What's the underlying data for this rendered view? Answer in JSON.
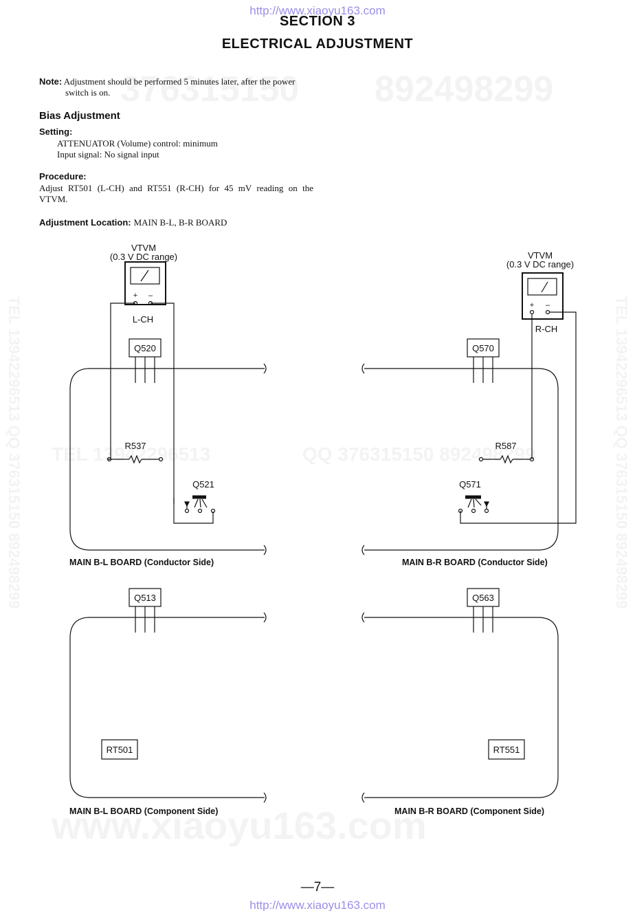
{
  "header": {
    "url_top": "http://www.xiaoyu163.com",
    "section": "SECTION  3",
    "title": "ELECTRICAL  ADJUSTMENT"
  },
  "watermarks": {
    "top_left": "376315150",
    "top_right": "892498299",
    "middle_left": "TEL  13942296513",
    "middle_right": "QQ  376315150  892498299",
    "side_left": "TEL  13942296513  QQ  376315150  892498299",
    "side_right": "TEL  13942296513  QQ  376315150  892498299",
    "bottom": "www.xiaoyu163.com"
  },
  "note": {
    "label": "Note:",
    "line1": "Adjustment should be performed 5 minutes later, after the power",
    "line2": "switch is on."
  },
  "bias": {
    "heading": "Bias Adjustment",
    "setting_label": "Setting:",
    "setting_line1": "ATTENUATOR (Volume) control:  minimum",
    "setting_line2": "Input signal:  No signal input",
    "procedure_label": "Procedure:",
    "procedure_line1": "Adjust RT501 (L-CH) and RT551 (R-CH) for 45 mV reading on the",
    "procedure_line2": "VTVM.",
    "location_label": "Adjustment Location:",
    "location_value": "MAIN B-L, B-R BOARD"
  },
  "diagram": {
    "vtvm_left": {
      "name": "VTVM",
      "range": "(0.3 V DC range)",
      "plus": "+",
      "minus": "–",
      "channel": "L-CH"
    },
    "vtvm_right": {
      "name": "VTVM",
      "range": "(0.3 V DC range)",
      "plus": "+",
      "minus": "–",
      "channel": "R-CH"
    },
    "components": {
      "q520": "Q520",
      "q570": "Q570",
      "r537": "R537",
      "r587": "R587",
      "q521": "Q521",
      "q571": "Q571",
      "q513": "Q513",
      "q563": "Q563",
      "rt501": "RT501",
      "rt551": "RT551"
    },
    "boards": {
      "bl_conductor": "MAIN B-L BOARD (Conductor Side)",
      "br_conductor": "MAIN B-R BOARD (Conductor Side)",
      "bl_component": "MAIN B-L BOARD (Component Side)",
      "br_component": "MAIN B-R BOARD (Component Side)"
    }
  },
  "footer": {
    "page_number": "—7—",
    "url_bottom": "http://www.xiaoyu163.com"
  }
}
